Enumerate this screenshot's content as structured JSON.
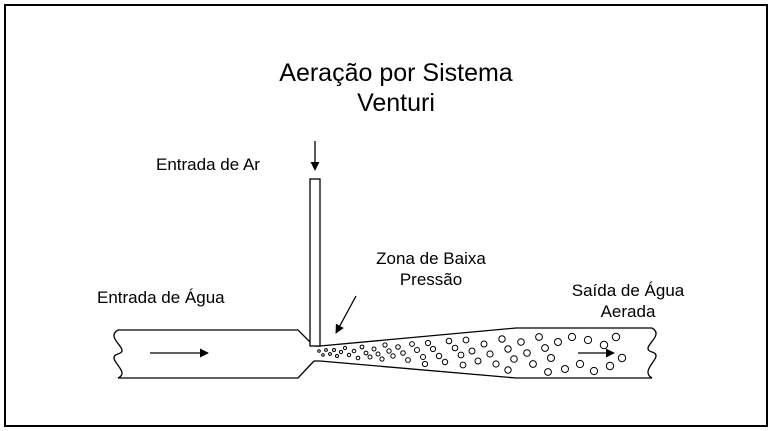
{
  "title": {
    "line1": "Aeração por Sistema",
    "line2": "Venturi"
  },
  "labels": {
    "air_inlet": "Entrada de Ar",
    "water_inlet": "Entrada de Água",
    "low_pressure_line1": "Zona de Baixa",
    "low_pressure_line2": "Pressão",
    "water_outlet_line1": "Saída de Água",
    "water_outlet_line2": "Aerada"
  },
  "colors": {
    "stroke": "#000000",
    "background": "#ffffff"
  }
}
